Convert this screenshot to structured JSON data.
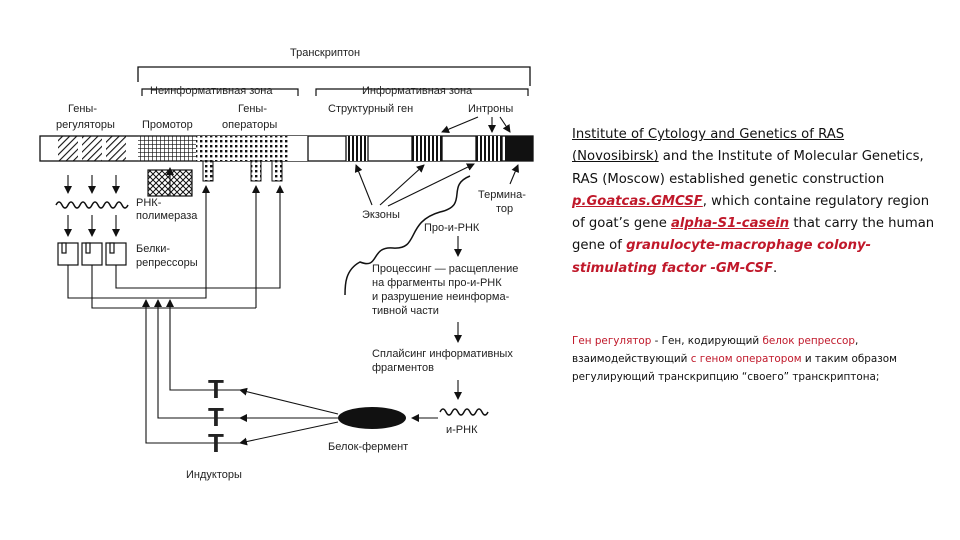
{
  "diagram": {
    "transcripton": "Транскриптон",
    "noninfo_zone": "Неинформативная зона",
    "info_zone": "Информативная зона",
    "regulator_genes": [
      "Гены-",
      "регуляторы"
    ],
    "promoter": "Промотор",
    "operator_genes": [
      "Гены-",
      "операторы"
    ],
    "structural_gene": "Структурный ген",
    "introns": "Интроны",
    "rna_polymerase": [
      "РНК-",
      "полимераза"
    ],
    "exons": "Экзоны",
    "terminator": [
      "Термина-",
      "тор"
    ],
    "pro_mrna": "Про-и-РНК",
    "repressor_proteins": [
      "Белки-",
      "репрессоры"
    ],
    "processing": [
      "Процессинг — расщепление",
      "на фрагменты про-и-РНК",
      "и разрушение неинформа-",
      "тивной части"
    ],
    "splicing": [
      "Сплайсинг информативных",
      "фрагментов"
    ],
    "mrna": "и-РНК",
    "protein_enzyme": "Белок-фермент",
    "inducers": "Индукторы",
    "inducer_glyph": "T"
  },
  "text_panel": {
    "p1": {
      "institute_1": "Institute of Cytology and Genetics of RAS",
      "institute_2": "(Novosibirsk)",
      "mid_1": " and the Institute of Molecular Genetics, RAS (Moscow) established genetic construction  ",
      "construct": "p.Goatcas.GMCSF",
      "mid_2": ", which containe regulatory region of goat’s gene ",
      "gene": "alpha-S1-casein",
      "mid_3": " that carry the human gene of ",
      "factor": "granulocyte-macrophage colony-stimulating factor -GM-CSF",
      "end": "."
    },
    "p2": {
      "term": "Ген регулятор",
      "t1": " - Ген, кодирующий ",
      "repressor": "белок репрессор",
      "t2": ", взаимодействующий ",
      "with_operator": "с геном оператором",
      "t3": " и таким образом регулирующий транскрипцию “своего” транскриптона;"
    }
  }
}
